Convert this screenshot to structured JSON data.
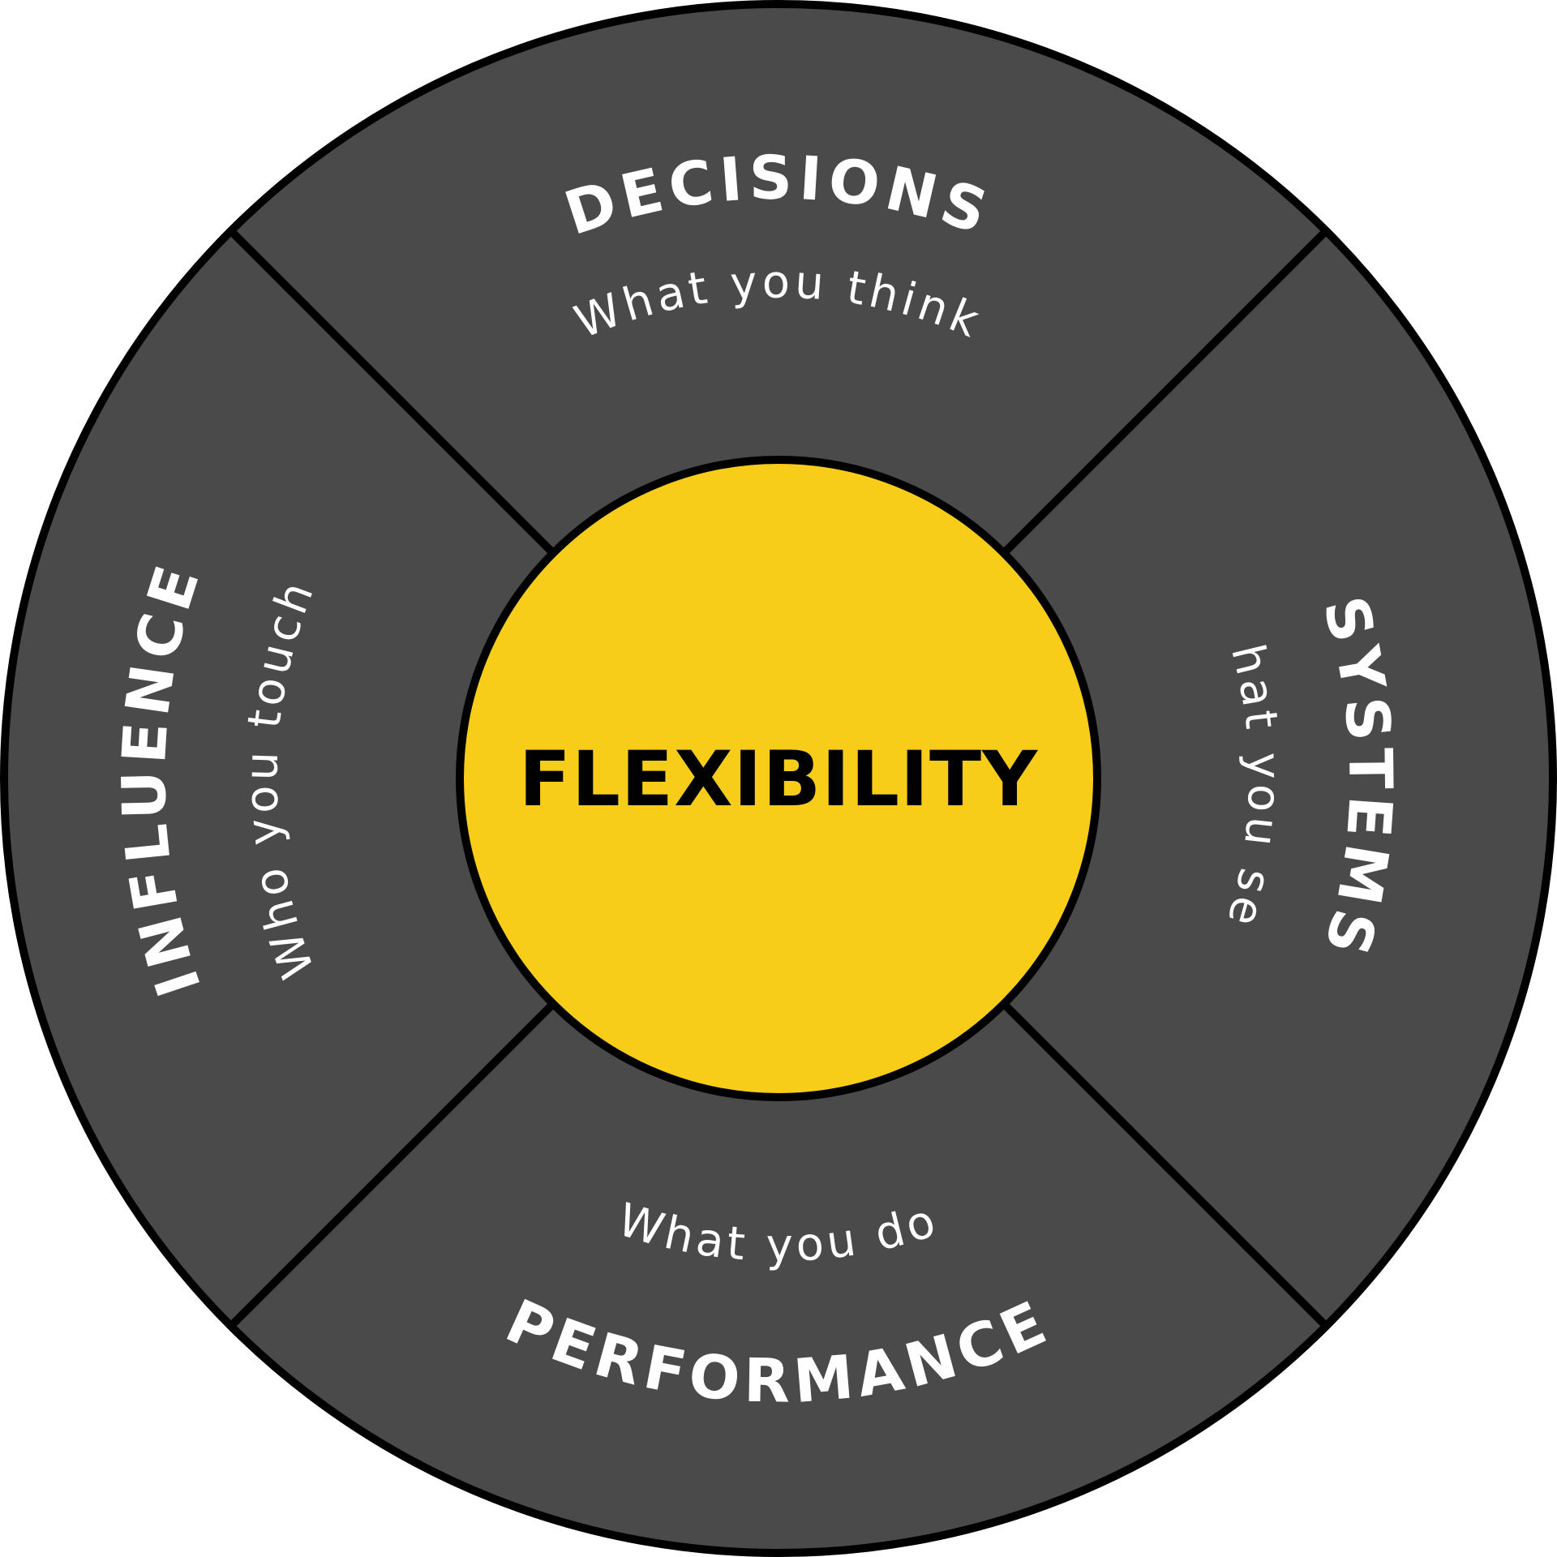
{
  "colors": {
    "ring": "#4a4a4a",
    "outline": "#000000",
    "center": "#f8cd1a",
    "text_light": "#ffffff",
    "text_dark": "#000000"
  },
  "center": {
    "label": "FLEXIBILITY"
  },
  "segments": [
    {
      "id": "decisions",
      "title": "DECISIONS",
      "subtitle": "What you think"
    },
    {
      "id": "systems",
      "title": "SYSTEMS",
      "subtitle": "What you see"
    },
    {
      "id": "performance",
      "title": "PERFORMANCE",
      "subtitle": "What you do"
    },
    {
      "id": "influence",
      "title": "INFLUENCE",
      "subtitle": "Who you touch"
    }
  ]
}
